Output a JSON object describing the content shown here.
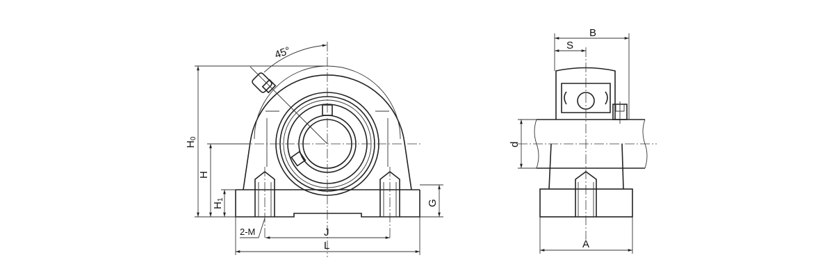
{
  "front_view": {
    "angle_label": "45°",
    "dims": {
      "H0": "H",
      "H0_sub": "0",
      "H": "H",
      "H1": "H",
      "H1_sub": "1",
      "G": "G",
      "J": "J",
      "L": "L",
      "M": "2-M"
    }
  },
  "side_view": {
    "dims": {
      "B": "B",
      "S": "S",
      "d": "d",
      "A": "A"
    }
  },
  "colors": {
    "line": "#222222",
    "background": "#ffffff"
  }
}
